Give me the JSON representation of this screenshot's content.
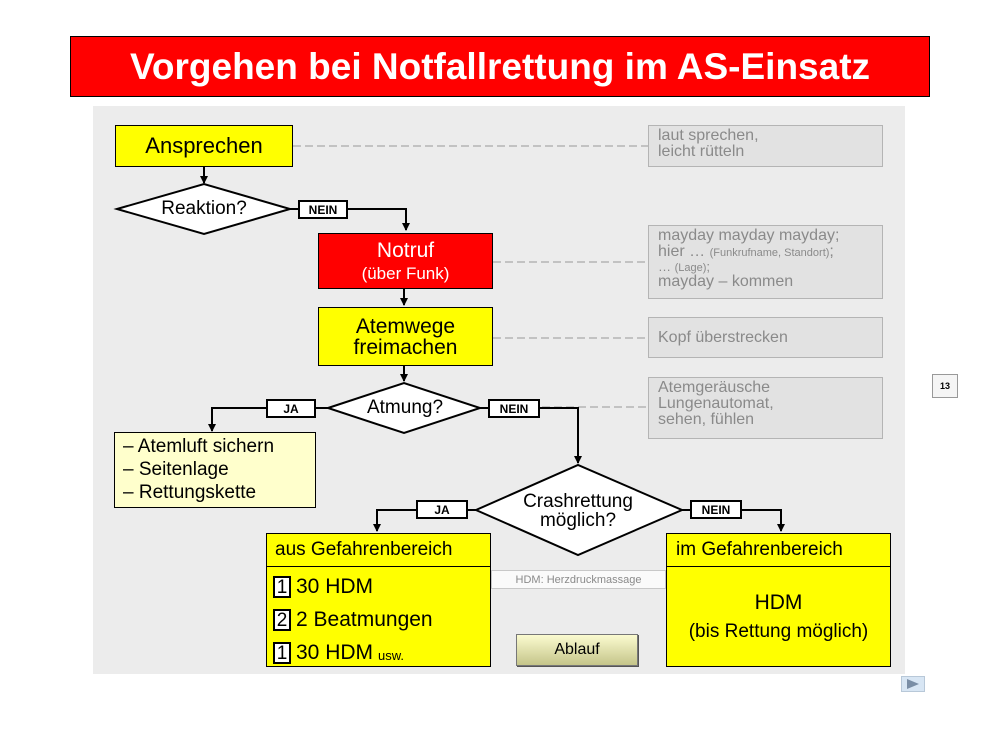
{
  "title": "Vorgehen bei Notfallrettung im AS-Einsatz",
  "page_number": "13",
  "nodes": {
    "ansprechen": "Ansprechen",
    "reaktion": "Reaktion?",
    "notruf": "Notruf",
    "notruf_sub": "(über Funk)",
    "atemwege_line1": "Atemwege",
    "atemwege_line2": "freimachen",
    "atmung": "Atmung?",
    "ja_list": [
      "– Atemluft sichern",
      "– Seitenlage",
      "– Rettungskette"
    ],
    "crash_line1": "Crashrettung",
    "crash_line2": "möglich?"
  },
  "labels": {
    "nein1": "NEIN",
    "ja1": "JA",
    "nein2": "NEIN",
    "ja2": "JA",
    "nein3": "NEIN"
  },
  "notes": {
    "ansprechen_line1": "laut sprechen,",
    "ansprechen_line2": "leicht rütteln",
    "notruf_line1": "mayday mayday mayday;",
    "notruf_line2a": "hier …",
    "notruf_line2b": "(Funkrufname, Standort)",
    "notruf_line2c": ";",
    "notruf_line3a": "…",
    "notruf_line3b": "(Lage)",
    "notruf_line3c": ";",
    "notruf_line4": "mayday – kommen",
    "atemwege": "Kopf überstrecken",
    "atmung_line1": "Atemgeräusche",
    "atmung_line2": "Lungenautomat,",
    "atmung_line3": "sehen, fühlen",
    "hdm": "HDM: Herzdruckmassage"
  },
  "aus_gefahrenbereich": {
    "header": "aus Gefahrenbereich",
    "rows": [
      {
        "num": "1",
        "text": "30 HDM",
        "suffix": ""
      },
      {
        "num": "2",
        "text": "2 Beatmungen",
        "suffix": ""
      },
      {
        "num": "1",
        "text": "30 HDM",
        "suffix": "usw."
      }
    ]
  },
  "im_gefahrenbereich": {
    "header": "im Gefahrenbereich",
    "line1": "HDM",
    "line2": "(bis Rettung möglich)"
  },
  "buttons": {
    "ablauf": "Ablauf"
  },
  "icons": {
    "next": "play-triangle-icon"
  },
  "colors": {
    "title_bg": "#ff0000",
    "box_yellow": "#ffff00",
    "box_red": "#ff0000",
    "list_bg": "#ffffcc",
    "panel_bg": "#ececec"
  }
}
